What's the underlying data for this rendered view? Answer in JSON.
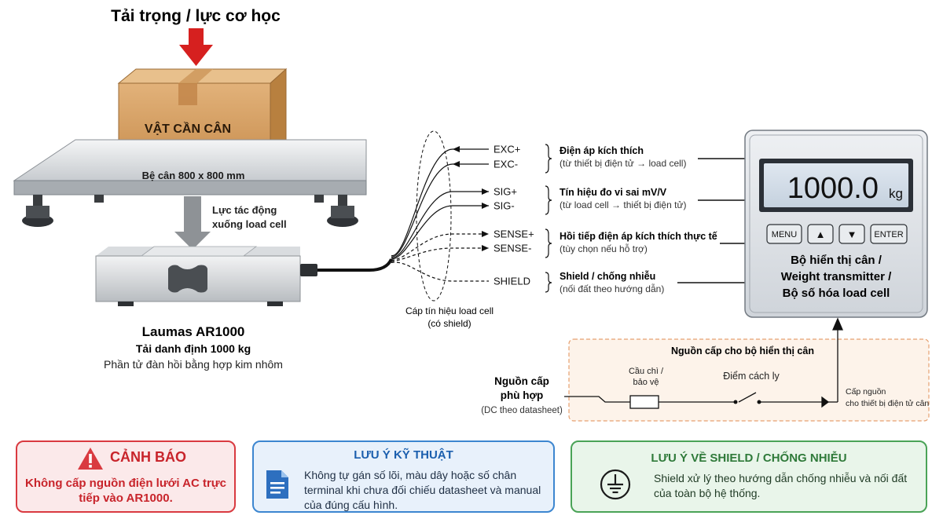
{
  "load": {
    "title": "Tải trọng / lực cơ học",
    "box_label": "VẬT CẦN CÂN"
  },
  "platform": {
    "label": "Bệ cân 800 x 800 mm",
    "force_line1": "Lực tác động",
    "force_line2": "xuống load cell"
  },
  "loadcell": {
    "model": "Laumas AR1000",
    "rated": "Tải danh định 1000 kg",
    "material": "Phần tử đàn hồi bằng hợp kim nhôm"
  },
  "cable": {
    "label_line1": "Cáp tín hiệu load cell",
    "label_line2": "(có shield)"
  },
  "wires": [
    {
      "name": "EXC+",
      "dashed": false
    },
    {
      "name": "EXC-",
      "dashed": false
    },
    {
      "name": "SIG+",
      "dashed": false
    },
    {
      "name": "SIG-",
      "dashed": false
    },
    {
      "name": "SENSE+",
      "dashed": true
    },
    {
      "name": "SENSE-",
      "dashed": true
    },
    {
      "name": "SHIELD",
      "dashed": true
    }
  ],
  "groups": [
    {
      "title": "Điện áp kích thích",
      "sub": "(từ thiết bị điện tử → load cell)"
    },
    {
      "title": "Tín hiệu đo vi sai mV/V",
      "sub": "(từ load cell → thiết bị điện tử)"
    },
    {
      "title": "Hồi tiếp điện áp kích thích thực tế",
      "sub": "(tùy chọn nếu hỗ trợ)"
    },
    {
      "title": "Shield / chống nhiễu",
      "sub": "(nối đất theo hướng dẫn)"
    }
  ],
  "display": {
    "reading": "1000.0",
    "unit": "kg",
    "buttons": [
      "MENU",
      "▲",
      "▼",
      "ENTER"
    ],
    "caption_line1": "Bộ hiển thị cân /",
    "caption_line2": "Weight transmitter /",
    "caption_line3": "Bộ số hóa load cell"
  },
  "power": {
    "section_title": "Nguồn cấp cho bộ hiển thị cân",
    "source_line1": "Nguồn cấp",
    "source_line2": "phù hợp",
    "source_line3": "(DC theo datasheet)",
    "fuse_line1": "Cầu chì /",
    "fuse_line2": "bảo vệ",
    "isolation": "Điểm cách ly",
    "output_line1": "Cấp nguồn",
    "output_line2": "cho thiết bị điện tử cân"
  },
  "warning": {
    "title": "CẢNH BÁO",
    "text": "Không cấp nguồn điện lưới AC trực tiếp vào AR1000."
  },
  "technical": {
    "title": "LƯU Ý KỸ THUẬT",
    "text": "Không tự gán số lõi, màu dây hoặc số chân terminal khi chưa đối chiếu datasheet và manual của đúng cấu hình."
  },
  "shield_note": {
    "title": "LƯU Ý VỀ SHIELD / CHỐNG NHIỄU",
    "text": "Shield xử lý theo hướng dẫn chống nhiễu và nối đất của toàn bộ hệ thống."
  },
  "colors": {
    "warning": "#d93a40",
    "technical": "#3c86d0",
    "shield": "#4aa357",
    "arrow": "#d6201f",
    "power_fill": "#fdf3ea",
    "power_border": "#e6a070"
  }
}
